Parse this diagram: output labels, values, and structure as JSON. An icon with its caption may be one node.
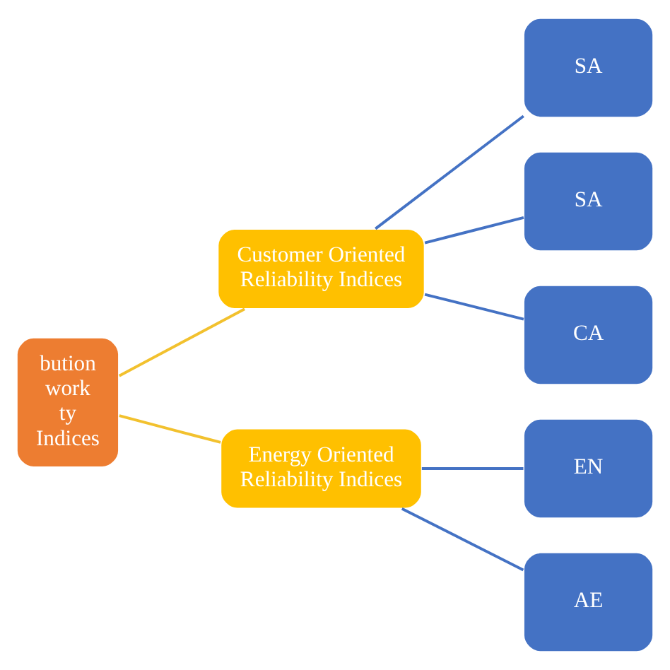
{
  "diagram": {
    "nodes": [
      {
        "text": [
          "bution work ty Indices"
        ]
      },
      {
        "text": [
          "Customer Oriented Reliability Indices"
        ]
      },
      {
        "text": [
          "Energy Oriented Reliability Indices"
        ]
      },
      {
        "text": [
          "SA"
        ]
      },
      {
        "text": [
          "SA"
        ]
      },
      {
        "text": [
          "CA"
        ]
      },
      {
        "text": [
          "EN"
        ]
      },
      {
        "text": [
          "AE"
        ]
      }
    ],
    "edges": [
      {
        "from": 0,
        "to": 1,
        "arrow": "none",
        "color": "#f2c12e"
      },
      {
        "from": 0,
        "to": 2,
        "arrow": "none",
        "color": "#f2c12e"
      },
      {
        "from": 1,
        "to": 3,
        "arrow": "none"
      },
      {
        "from": 1,
        "to": 4,
        "arrow": "none"
      },
      {
        "from": 1,
        "to": 5,
        "arrow": "none"
      },
      {
        "from": 2,
        "to": 6,
        "arrow": "none"
      },
      {
        "from": 2,
        "to": 7,
        "arrow": "none"
      }
    ]
  }
}
